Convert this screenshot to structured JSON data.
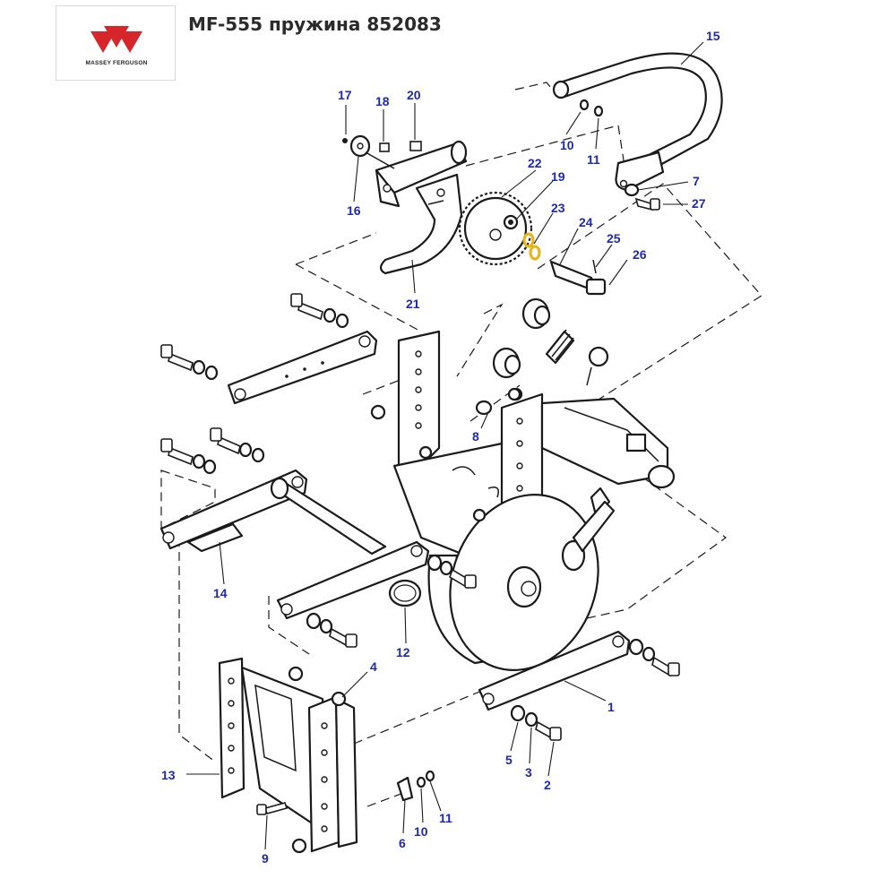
{
  "header": {
    "title": "MF-555 пружина 852083",
    "logo_text": "MASSEY FERGUSON"
  },
  "colors": {
    "brand_red": "#d7262b",
    "callout_blue": "#1f2aa8",
    "line_dark": "#1a1a1a",
    "spring_highlight": "#e7b316"
  },
  "callouts": {
    "n1": "1",
    "n2": "2",
    "n3": "3",
    "n4": "4",
    "n5": "5",
    "n6": "6",
    "n7": "7",
    "n8": "8",
    "n9": "9",
    "n10a": "10",
    "n10b": "10",
    "n11a": "11",
    "n11b": "11",
    "n12": "12",
    "n13": "13",
    "n14": "14",
    "n15": "15",
    "n16": "16",
    "n17": "17",
    "n18": "18",
    "n19": "19",
    "n20": "20",
    "n21": "21",
    "n22": "22",
    "n23": "23",
    "n24": "24",
    "n25": "25",
    "n26": "26",
    "n27": "27"
  }
}
